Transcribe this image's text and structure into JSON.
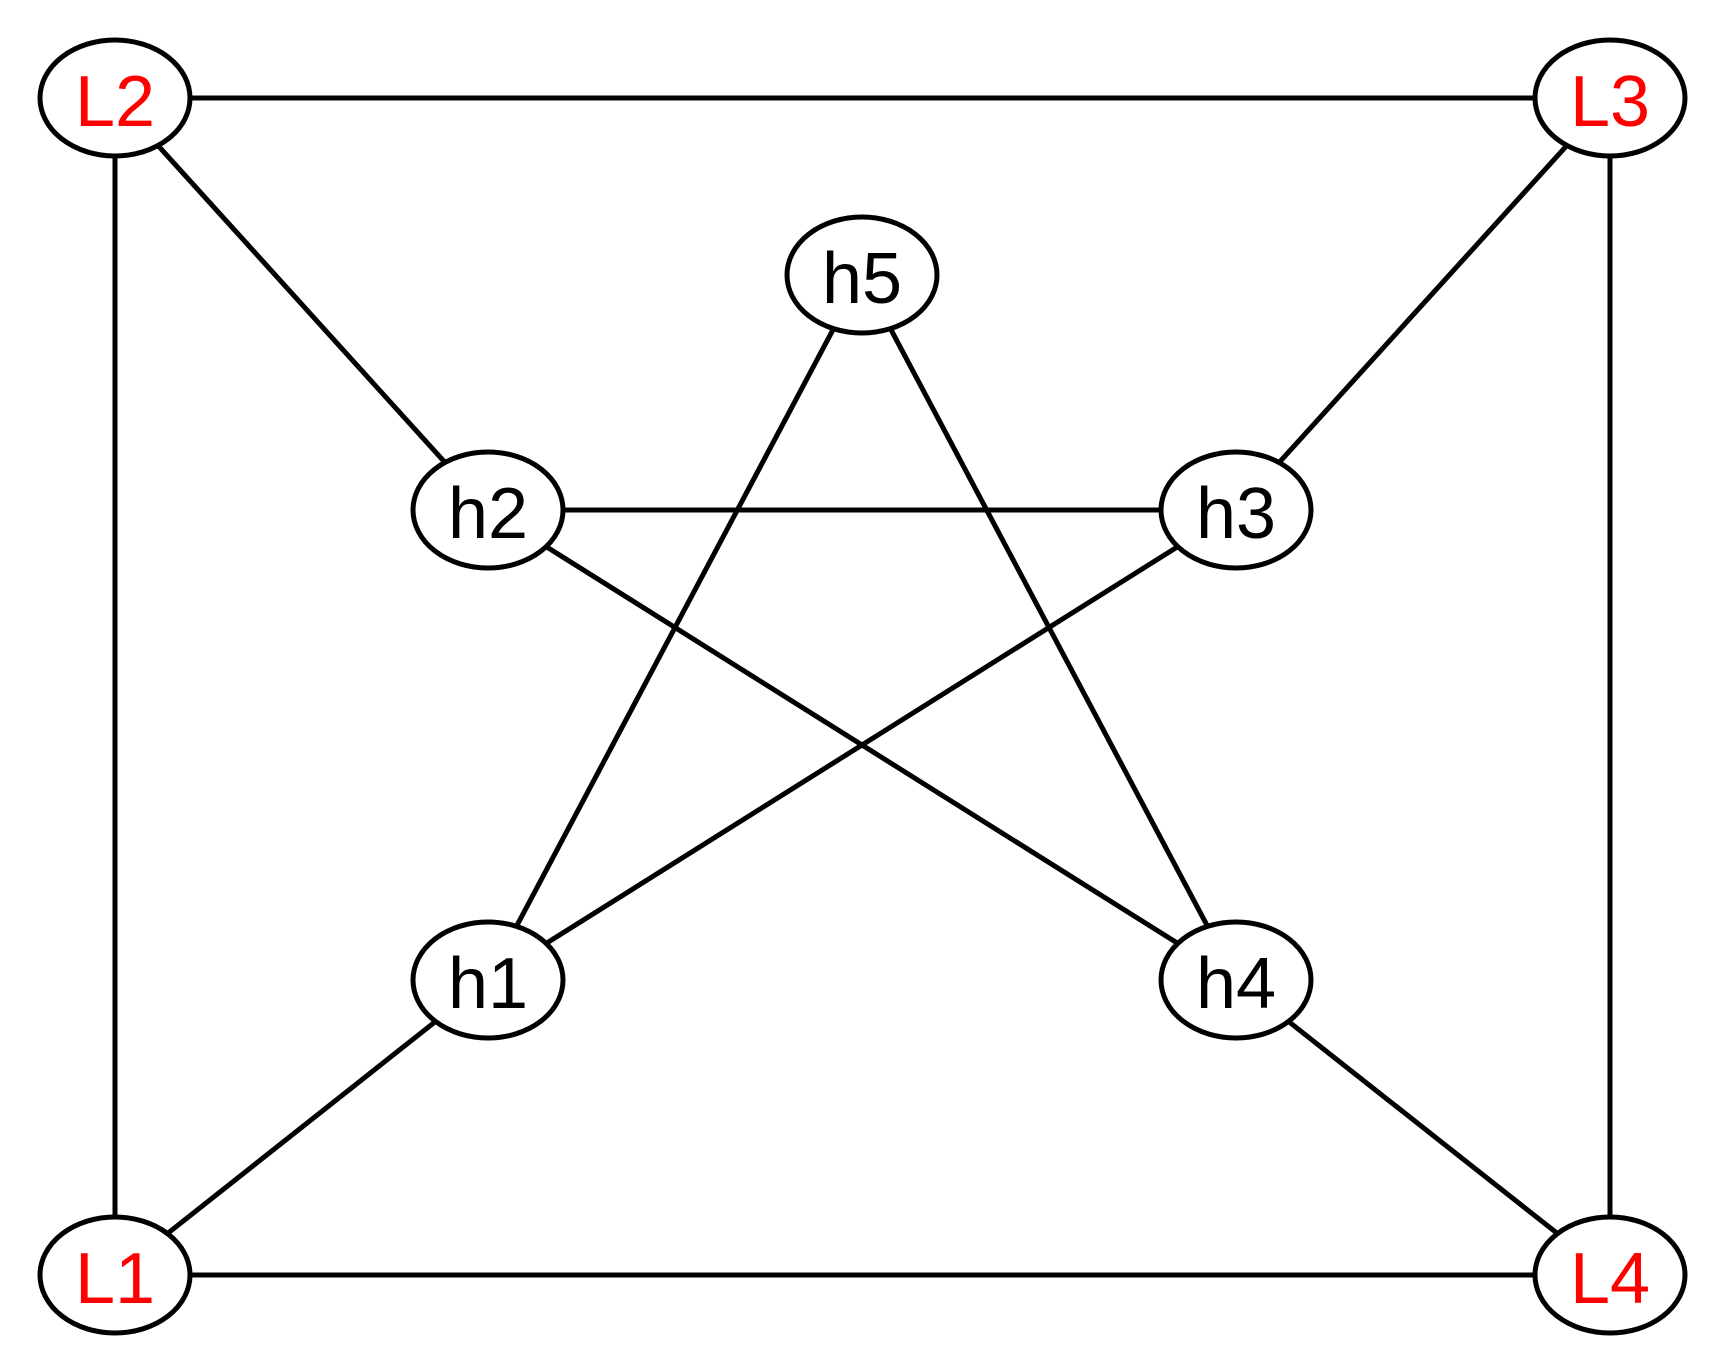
{
  "colors": {
    "line": "#000000",
    "node_fill": "#ffffff",
    "label_L": "#ff0000",
    "label_h": "#000000"
  },
  "nodes": [
    {
      "id": "L1",
      "label": "L1",
      "color": "#ff0000"
    },
    {
      "id": "L2",
      "label": "L2",
      "color": "#ff0000"
    },
    {
      "id": "L3",
      "label": "L3",
      "color": "#ff0000"
    },
    {
      "id": "L4",
      "label": "L4",
      "color": "#ff0000"
    },
    {
      "id": "h1",
      "label": "h1",
      "color": "#000000"
    },
    {
      "id": "h2",
      "label": "h2",
      "color": "#000000"
    },
    {
      "id": "h3",
      "label": "h3",
      "color": "#000000"
    },
    {
      "id": "h4",
      "label": "h4",
      "color": "#000000"
    },
    {
      "id": "h5",
      "label": "h5",
      "color": "#000000"
    }
  ],
  "edges": [
    {
      "from": "L2",
      "to": "L3"
    },
    {
      "from": "L2",
      "to": "L1"
    },
    {
      "from": "L3",
      "to": "L4"
    },
    {
      "from": "L1",
      "to": "L4"
    },
    {
      "from": "L2",
      "to": "h2"
    },
    {
      "from": "L3",
      "to": "h3"
    },
    {
      "from": "L1",
      "to": "h1"
    },
    {
      "from": "L4",
      "to": "h4"
    },
    {
      "from": "h2",
      "to": "h3"
    },
    {
      "from": "h2",
      "to": "h4"
    },
    {
      "from": "h3",
      "to": "h1"
    },
    {
      "from": "h5",
      "to": "h1"
    },
    {
      "from": "h5",
      "to": "h4"
    }
  ]
}
